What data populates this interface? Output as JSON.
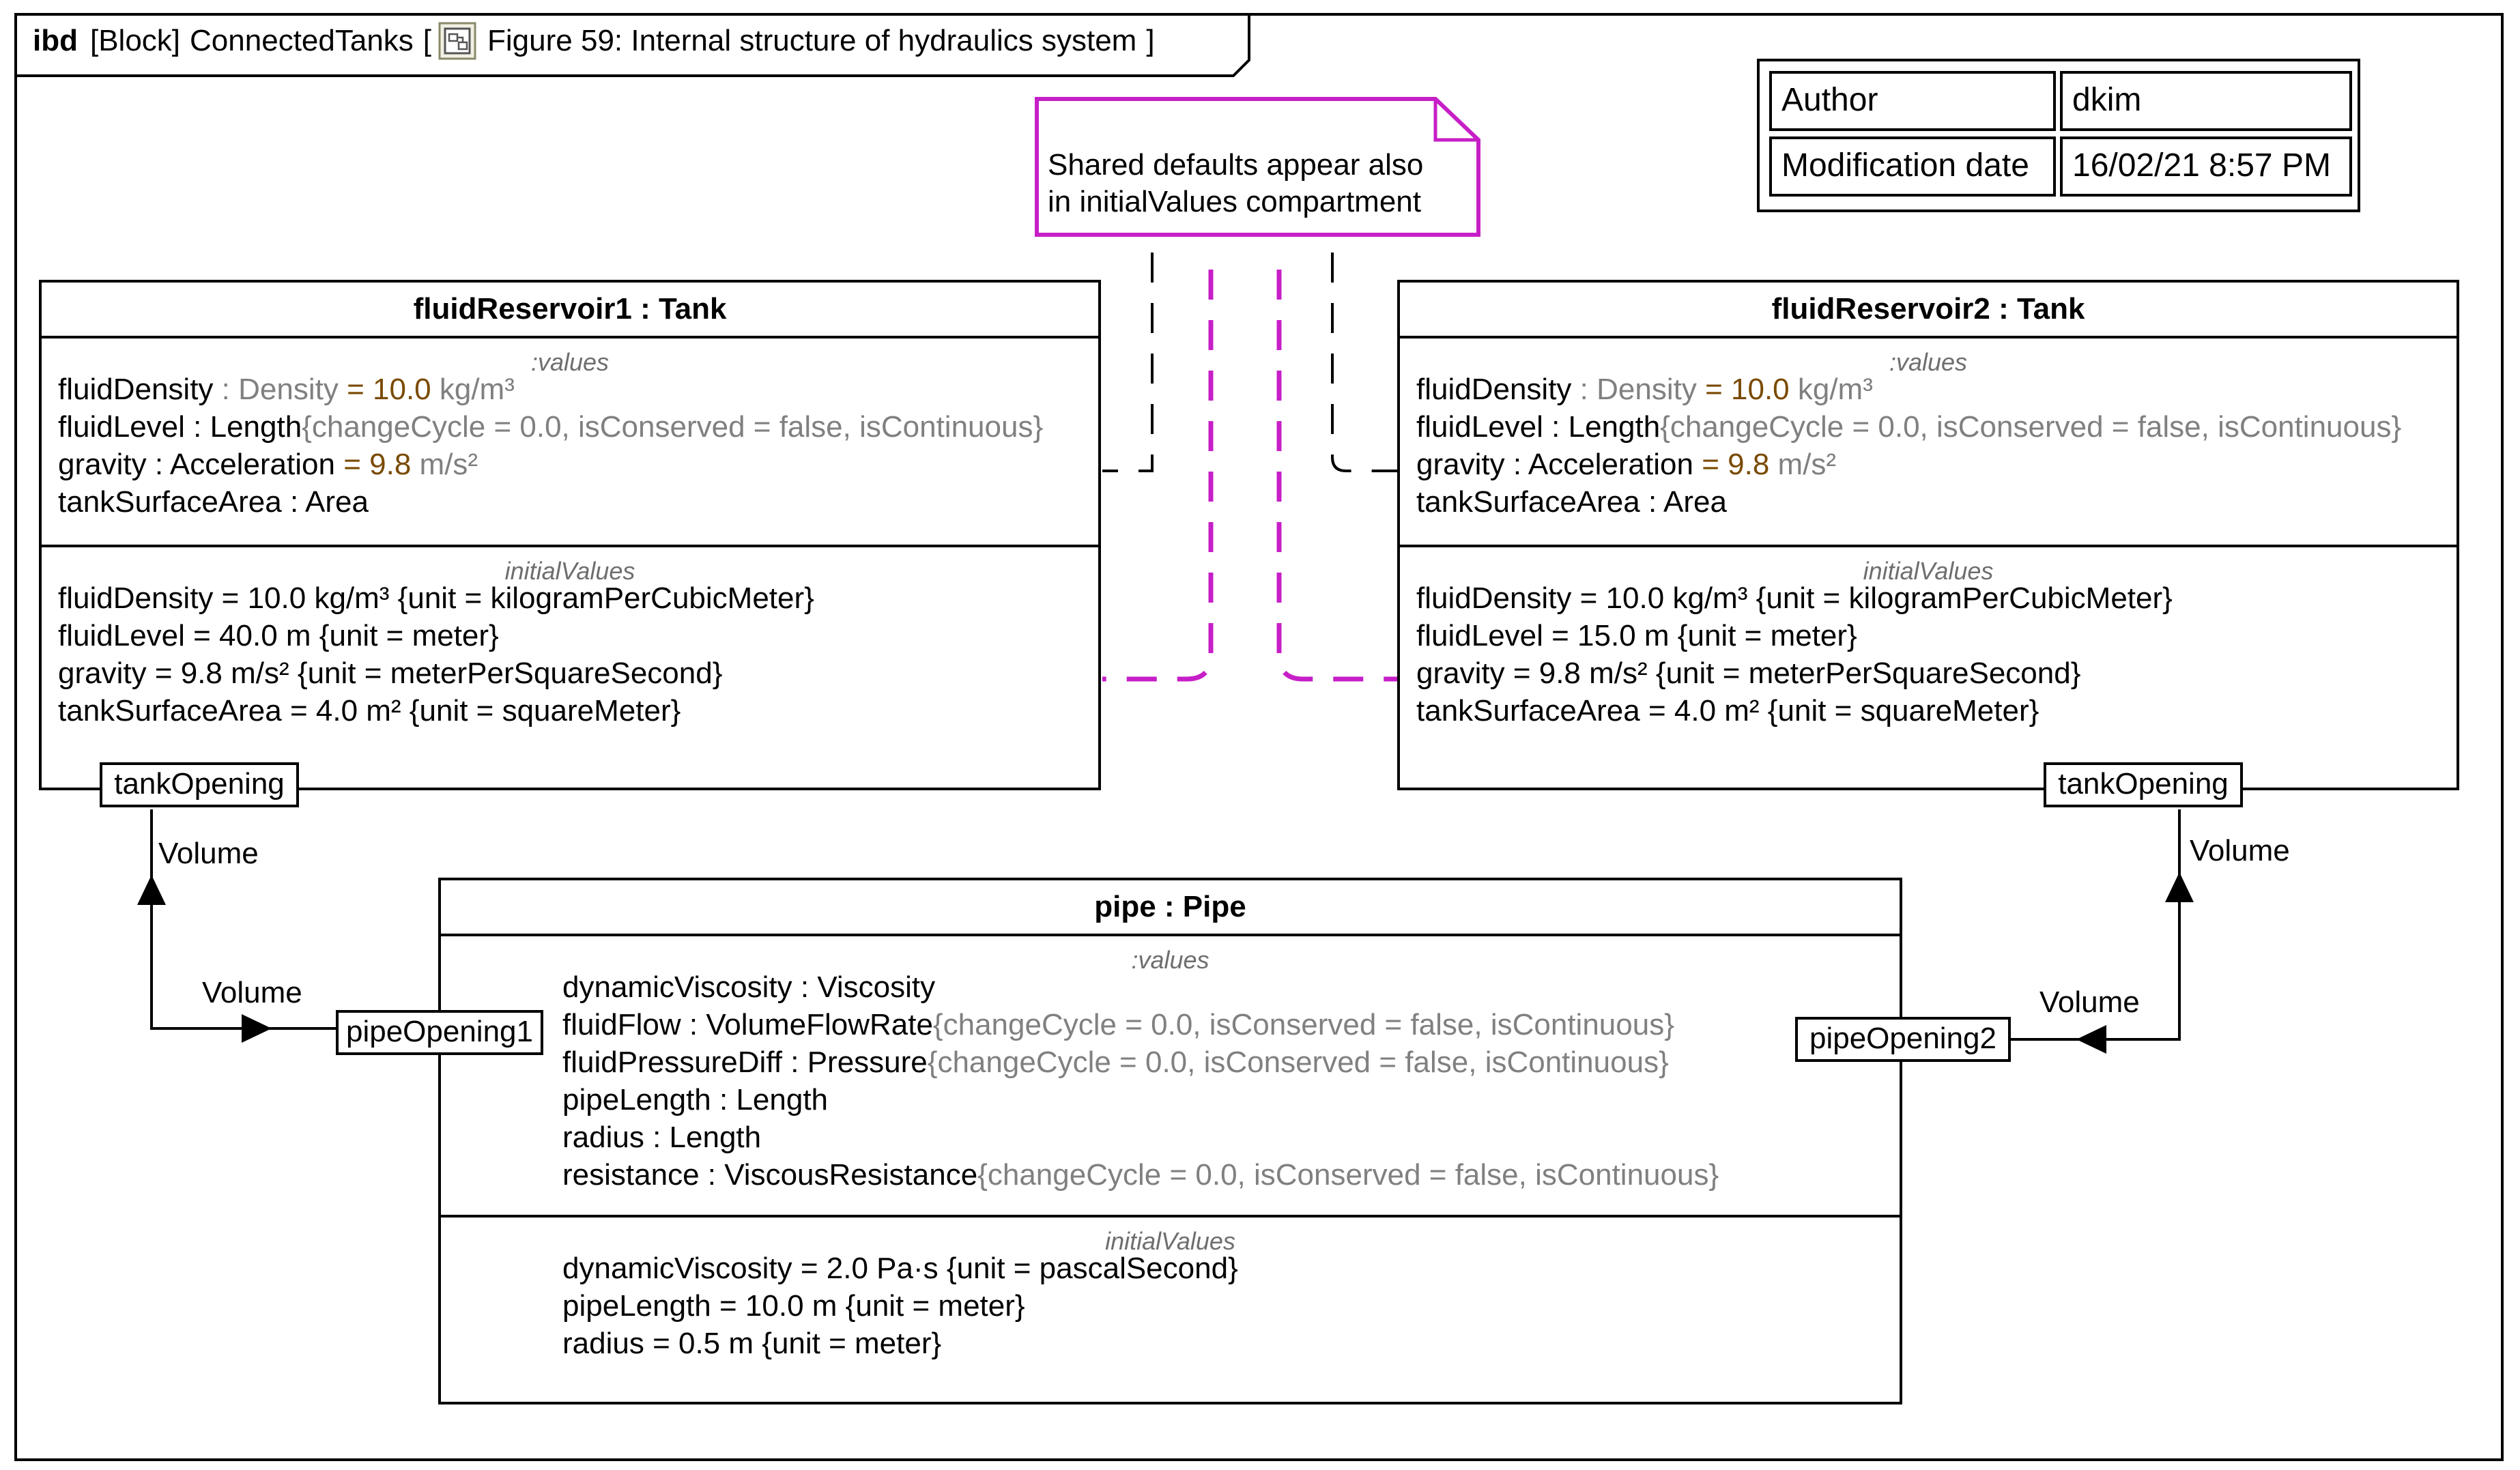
{
  "frame": {
    "kind": "ibd",
    "element_type": "[Block]",
    "block_name": "ConnectedTanks",
    "open_bracket": "[",
    "diagram_name": "Figure 59: Internal structure of hydraulics system",
    "close_bracket": "]",
    "icon": "internal-block-diagram-icon"
  },
  "meta_table": {
    "rows": [
      {
        "key": "Author",
        "value": "dkim"
      },
      {
        "key": "Modification date",
        "value": "16/02/21 8:57 PM"
      }
    ]
  },
  "note": {
    "lines": [
      "Shared defaults appear also",
      "in initialValues compartment"
    ],
    "border_color": "#c71fc7"
  },
  "colors": {
    "default_value": "#7a4a00",
    "property_string": "#808080",
    "compartment_title": "#6e6e6e",
    "note_anchor": "#c71fc7"
  },
  "blocks": [
    {
      "title": "fluidReservoir1 : Tank",
      "values_title": ":values",
      "values": [
        {
          "name": "fluidDensity",
          "sep": " : ",
          "type": "Density",
          "eq": " = ",
          "default": "10.0",
          "unit": " kg/m³",
          "props": ""
        },
        {
          "name": "fluidLevel",
          "sep": " : ",
          "type": "Length",
          "eq": "",
          "default": "",
          "unit": "",
          "props": "{changeCycle = 0.0, isConserved = false, isContinuous}"
        },
        {
          "name": "gravity",
          "sep": " : ",
          "type": "Acceleration",
          "eq": " = ",
          "default": "9.8",
          "unit": " m/s²",
          "props": ""
        },
        {
          "name": "tankSurfaceArea",
          "sep": " : ",
          "type": "Area",
          "eq": "",
          "default": "",
          "unit": "",
          "props": ""
        }
      ],
      "initial_title": "initialValues",
      "initial": [
        "fluidDensity = 10.0 kg/m³ {unit = kilogramPerCubicMeter}",
        "fluidLevel = 40.0 m {unit = meter}",
        "gravity = 9.8 m/s² {unit = meterPerSquareSecond}",
        "tankSurfaceArea = 4.0 m² {unit = squareMeter}"
      ],
      "port": "tankOpening"
    },
    {
      "title": "fluidReservoir2 : Tank",
      "values_title": ":values",
      "values": [
        {
          "name": "fluidDensity",
          "sep": " : ",
          "type": "Density",
          "eq": " = ",
          "default": "10.0",
          "unit": " kg/m³",
          "props": ""
        },
        {
          "name": "fluidLevel",
          "sep": " : ",
          "type": "Length",
          "eq": "",
          "default": "",
          "unit": "",
          "props": "{changeCycle = 0.0, isConserved = false, isContinuous}"
        },
        {
          "name": "gravity",
          "sep": " : ",
          "type": "Acceleration",
          "eq": " = ",
          "default": "9.8",
          "unit": " m/s²",
          "props": ""
        },
        {
          "name": "tankSurfaceArea",
          "sep": " : ",
          "type": "Area",
          "eq": "",
          "default": "",
          "unit": "",
          "props": ""
        }
      ],
      "initial_title": "initialValues",
      "initial": [
        "fluidDensity = 10.0 kg/m³ {unit = kilogramPerCubicMeter}",
        "fluidLevel = 15.0 m {unit = meter}",
        "gravity = 9.8 m/s² {unit = meterPerSquareSecond}",
        "tankSurfaceArea = 4.0 m² {unit = squareMeter}"
      ],
      "port": "tankOpening"
    },
    {
      "title": "pipe : Pipe",
      "values_title": ":values",
      "values": [
        {
          "name": "dynamicViscosity",
          "sep": " : ",
          "type": "Viscosity",
          "eq": "",
          "default": "",
          "unit": "",
          "props": ""
        },
        {
          "name": "fluidFlow",
          "sep": " : ",
          "type": "VolumeFlowRate",
          "eq": "",
          "default": "",
          "unit": "",
          "props": "{changeCycle = 0.0, isConserved = false, isContinuous}"
        },
        {
          "name": "fluidPressureDiff",
          "sep": " : ",
          "type": "Pressure",
          "eq": "",
          "default": "",
          "unit": "",
          "props": "{changeCycle = 0.0, isConserved = false, isContinuous}"
        },
        {
          "name": "pipeLength",
          "sep": " : ",
          "type": "Length",
          "eq": "",
          "default": "",
          "unit": "",
          "props": ""
        },
        {
          "name": "radius",
          "sep": " : ",
          "type": "Length",
          "eq": "",
          "default": "",
          "unit": "",
          "props": ""
        },
        {
          "name": "resistance",
          "sep": " : ",
          "type": "ViscousResistance",
          "eq": "",
          "default": "",
          "unit": "",
          "props": "{changeCycle = 0.0, isConserved = false, isContinuous}"
        }
      ],
      "initial_title": "initialValues",
      "initial": [
        "dynamicViscosity = 2.0 Pa·s {unit = pascalSecond}",
        "pipeLength = 10.0 m {unit = meter}",
        "radius = 0.5 m {unit = meter}"
      ],
      "ports": [
        "pipeOpening1",
        "pipeOpening2"
      ]
    }
  ],
  "flow_labels": {
    "left_tank_side": "Volume",
    "left_pipe_side": "Volume",
    "right_tank_side": "Volume",
    "right_pipe_side": "Volume"
  }
}
